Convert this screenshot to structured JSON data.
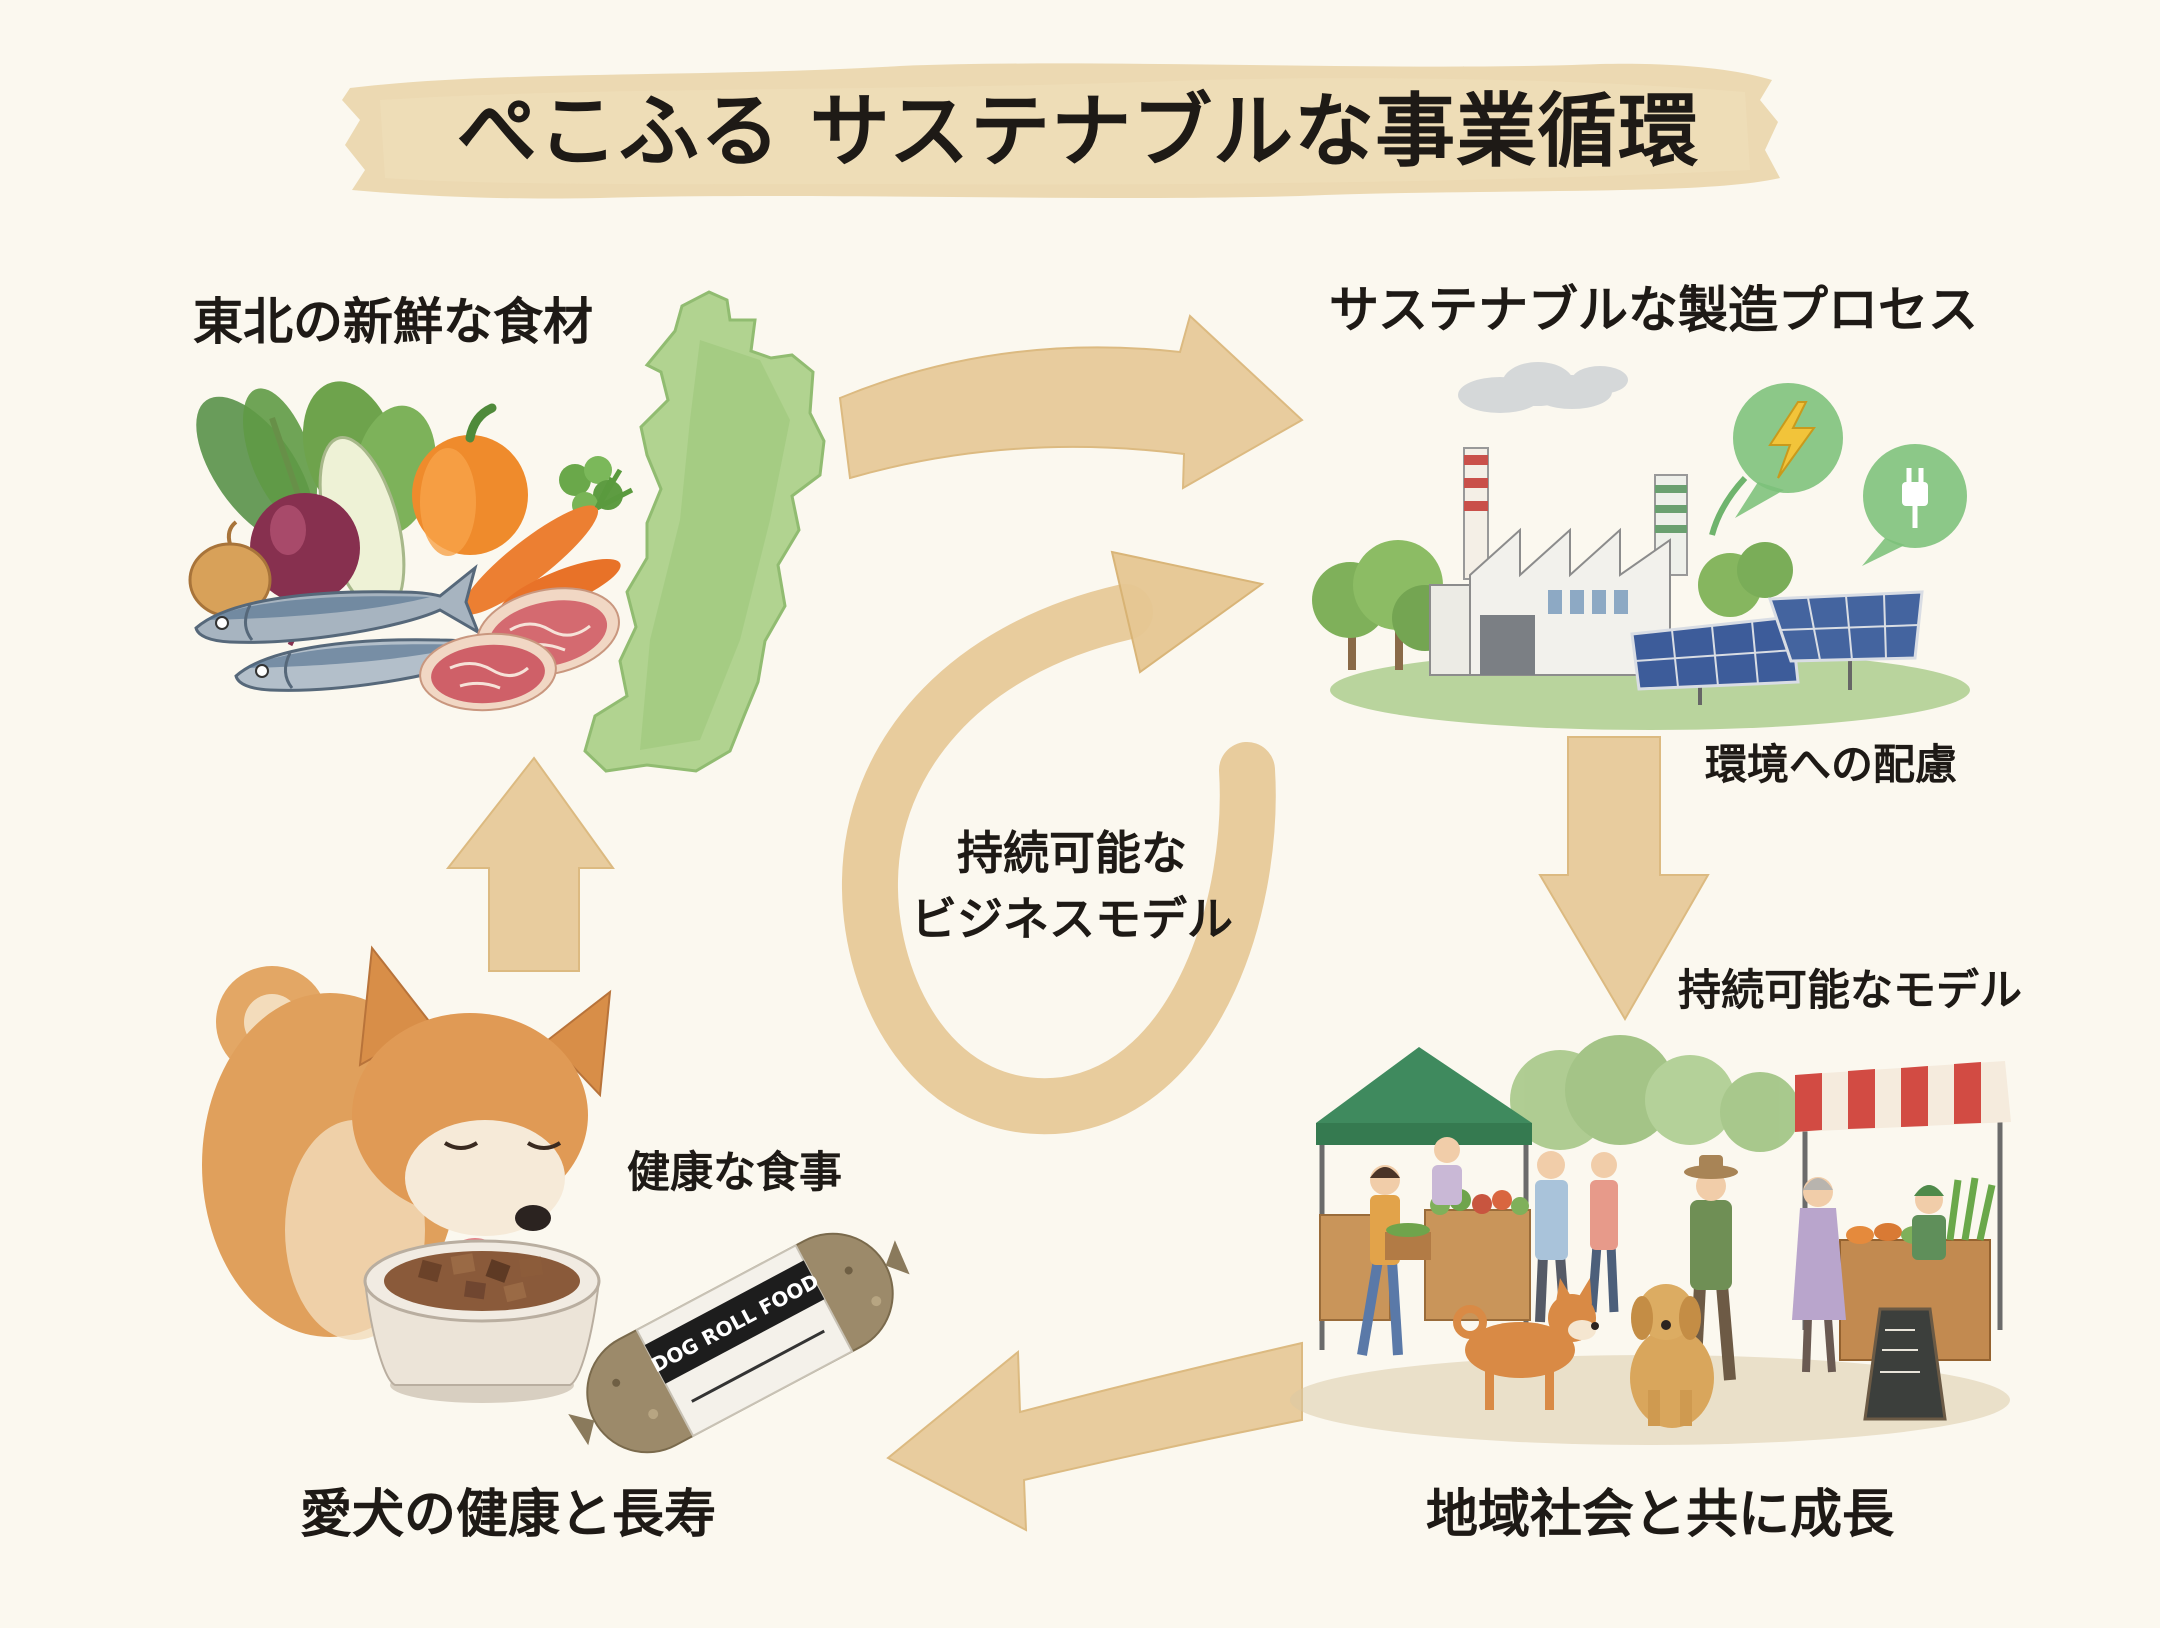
{
  "title": "ぺこふる サステナブルな事業循環",
  "stages": {
    "ingredients": {
      "label": "東北の新鮮な食材"
    },
    "manufacturing": {
      "label": "サステナブルな製造プロセス",
      "sublabel": "環境への配慮"
    },
    "community": {
      "label": "地域社会と共に成長",
      "sublabel": "持続可能なモデル"
    },
    "pet_health": {
      "label": "愛犬の健康と長寿",
      "sublabel": "健康な食事"
    }
  },
  "center": {
    "line1": "持続可能な",
    "line2": "ビジネスモデル"
  },
  "product": {
    "package_text": "DOG ROLL FOOD"
  },
  "icons": [
    "lightning-icon",
    "plug-icon"
  ],
  "colors": {
    "background": "#fbf8ef",
    "title_banner": "#e9d4a7",
    "arrow": "#e6c793",
    "map": "#a9cf86",
    "text": "#1e1a16"
  }
}
